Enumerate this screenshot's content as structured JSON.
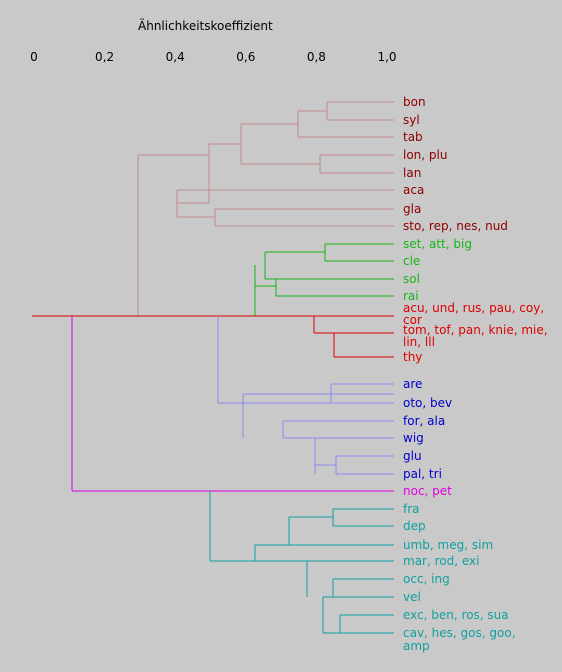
{
  "axis": {
    "title": "Ähnlichkeitskoeffizient",
    "ticks": [
      {
        "label": "0",
        "value": 0
      },
      {
        "label": "0,2",
        "value": 0.2
      },
      {
        "label": "0,4",
        "value": 0.4
      },
      {
        "label": "0,6",
        "value": 0.6
      },
      {
        "label": "0,8",
        "value": 0.8
      },
      {
        "label": "1,0",
        "value": 1.0
      }
    ]
  },
  "colors": {
    "brown_line": "#c08a8a",
    "brown_text": "#8b0000",
    "green": "#18b418",
    "red": "#dd0000",
    "blue_line": "#8c8cf0",
    "blue_text": "#0000cc",
    "magenta": "#dd00dd",
    "teal": "#11a0a0",
    "background": "#c9c9c9"
  },
  "leaves": [
    {
      "label": "bon",
      "group": "brown"
    },
    {
      "label": "syl",
      "group": "brown"
    },
    {
      "label": "tab",
      "group": "brown"
    },
    {
      "label": "lon, plu",
      "group": "brown"
    },
    {
      "label": "lan",
      "group": "brown"
    },
    {
      "label": "aca",
      "group": "brown"
    },
    {
      "label": "gla",
      "group": "brown"
    },
    {
      "label": "sto, rep, nes, nud",
      "group": "brown"
    },
    {
      "label": "set, att, big",
      "group": "green"
    },
    {
      "label": "cle",
      "group": "green"
    },
    {
      "label": "sol",
      "group": "green"
    },
    {
      "label": "rai",
      "group": "green"
    },
    {
      "label": "acu, und, rus, pau, coy,",
      "group": "red"
    },
    {
      "label": "cor",
      "group": "red"
    },
    {
      "label": "tom, tof, pan, knie, mie,",
      "group": "red"
    },
    {
      "label": "lin, lll",
      "group": "red"
    },
    {
      "label": "thy",
      "group": "red"
    },
    {
      "label": "are",
      "group": "blue"
    },
    {
      "label": "oto, bev",
      "group": "blue"
    },
    {
      "label": "for, ala",
      "group": "blue"
    },
    {
      "label": "wig",
      "group": "blue"
    },
    {
      "label": "glu",
      "group": "blue"
    },
    {
      "label": "pal, tri",
      "group": "blue"
    },
    {
      "label": "noc, pet",
      "group": "magenta"
    },
    {
      "label": "fra",
      "group": "teal"
    },
    {
      "label": "dep",
      "group": "teal"
    },
    {
      "label": "umb, meg, sim",
      "group": "teal"
    },
    {
      "label": "mar, rod, exi",
      "group": "teal"
    },
    {
      "label": "occ, ing",
      "group": "teal"
    },
    {
      "label": "vel",
      "group": "teal"
    },
    {
      "label": "exc, ben, ros, sua",
      "group": "teal"
    },
    {
      "label": "cav, hes, gos, goo,",
      "group": "teal"
    },
    {
      "label": "amp",
      "group": "teal"
    }
  ]
}
